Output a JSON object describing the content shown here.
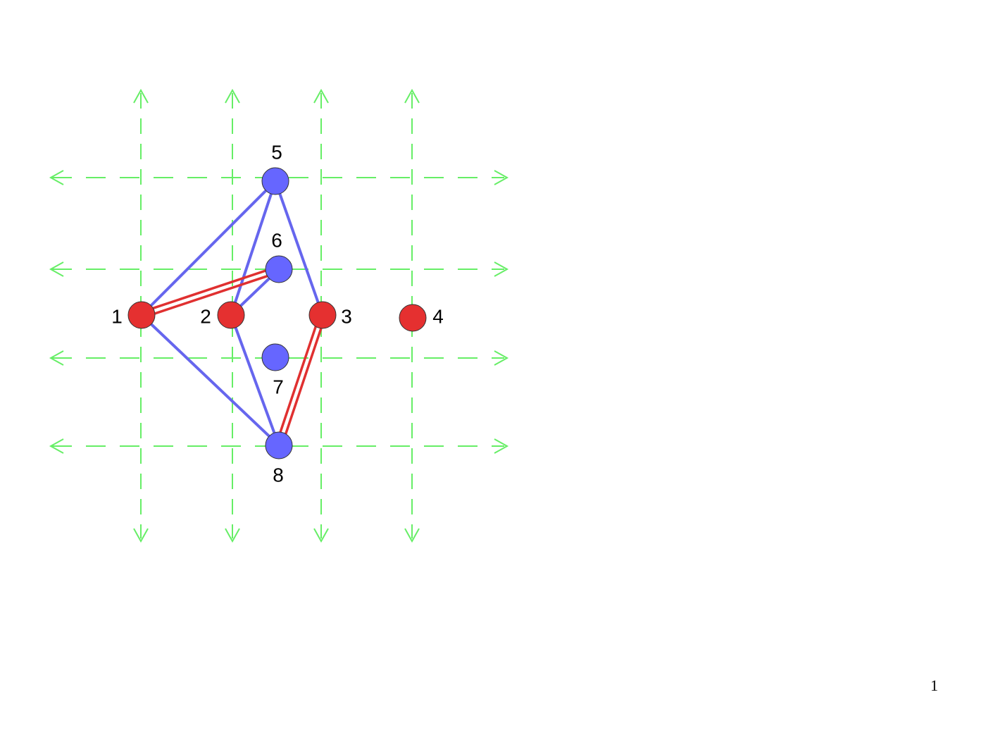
{
  "colors": {
    "grid": "#66ee66",
    "red_node": "#e53030",
    "blue_node": "#6666ff",
    "blue_edge": "#6666ee",
    "red_edge": "#e03030",
    "node_stroke": "#333333"
  },
  "nodes": [
    {
      "id": "1",
      "label": "1",
      "color": "red"
    },
    {
      "id": "2",
      "label": "2",
      "color": "red"
    },
    {
      "id": "3",
      "label": "3",
      "color": "red"
    },
    {
      "id": "4",
      "label": "4",
      "color": "red"
    },
    {
      "id": "5",
      "label": "5",
      "color": "blue"
    },
    {
      "id": "6",
      "label": "6",
      "color": "blue"
    },
    {
      "id": "7",
      "label": "7",
      "color": "blue"
    },
    {
      "id": "8",
      "label": "8",
      "color": "blue"
    }
  ],
  "edges": [
    {
      "from": "1",
      "to": "5",
      "style": "blue"
    },
    {
      "from": "1",
      "to": "8",
      "style": "blue"
    },
    {
      "from": "2",
      "to": "5",
      "style": "blue"
    },
    {
      "from": "2",
      "to": "6",
      "style": "blue"
    },
    {
      "from": "2",
      "to": "8",
      "style": "blue"
    },
    {
      "from": "3",
      "to": "5",
      "style": "blue"
    },
    {
      "from": "1",
      "to": "6",
      "style": "red-double"
    },
    {
      "from": "3",
      "to": "8",
      "style": "red-double"
    }
  ],
  "page_number": "1"
}
